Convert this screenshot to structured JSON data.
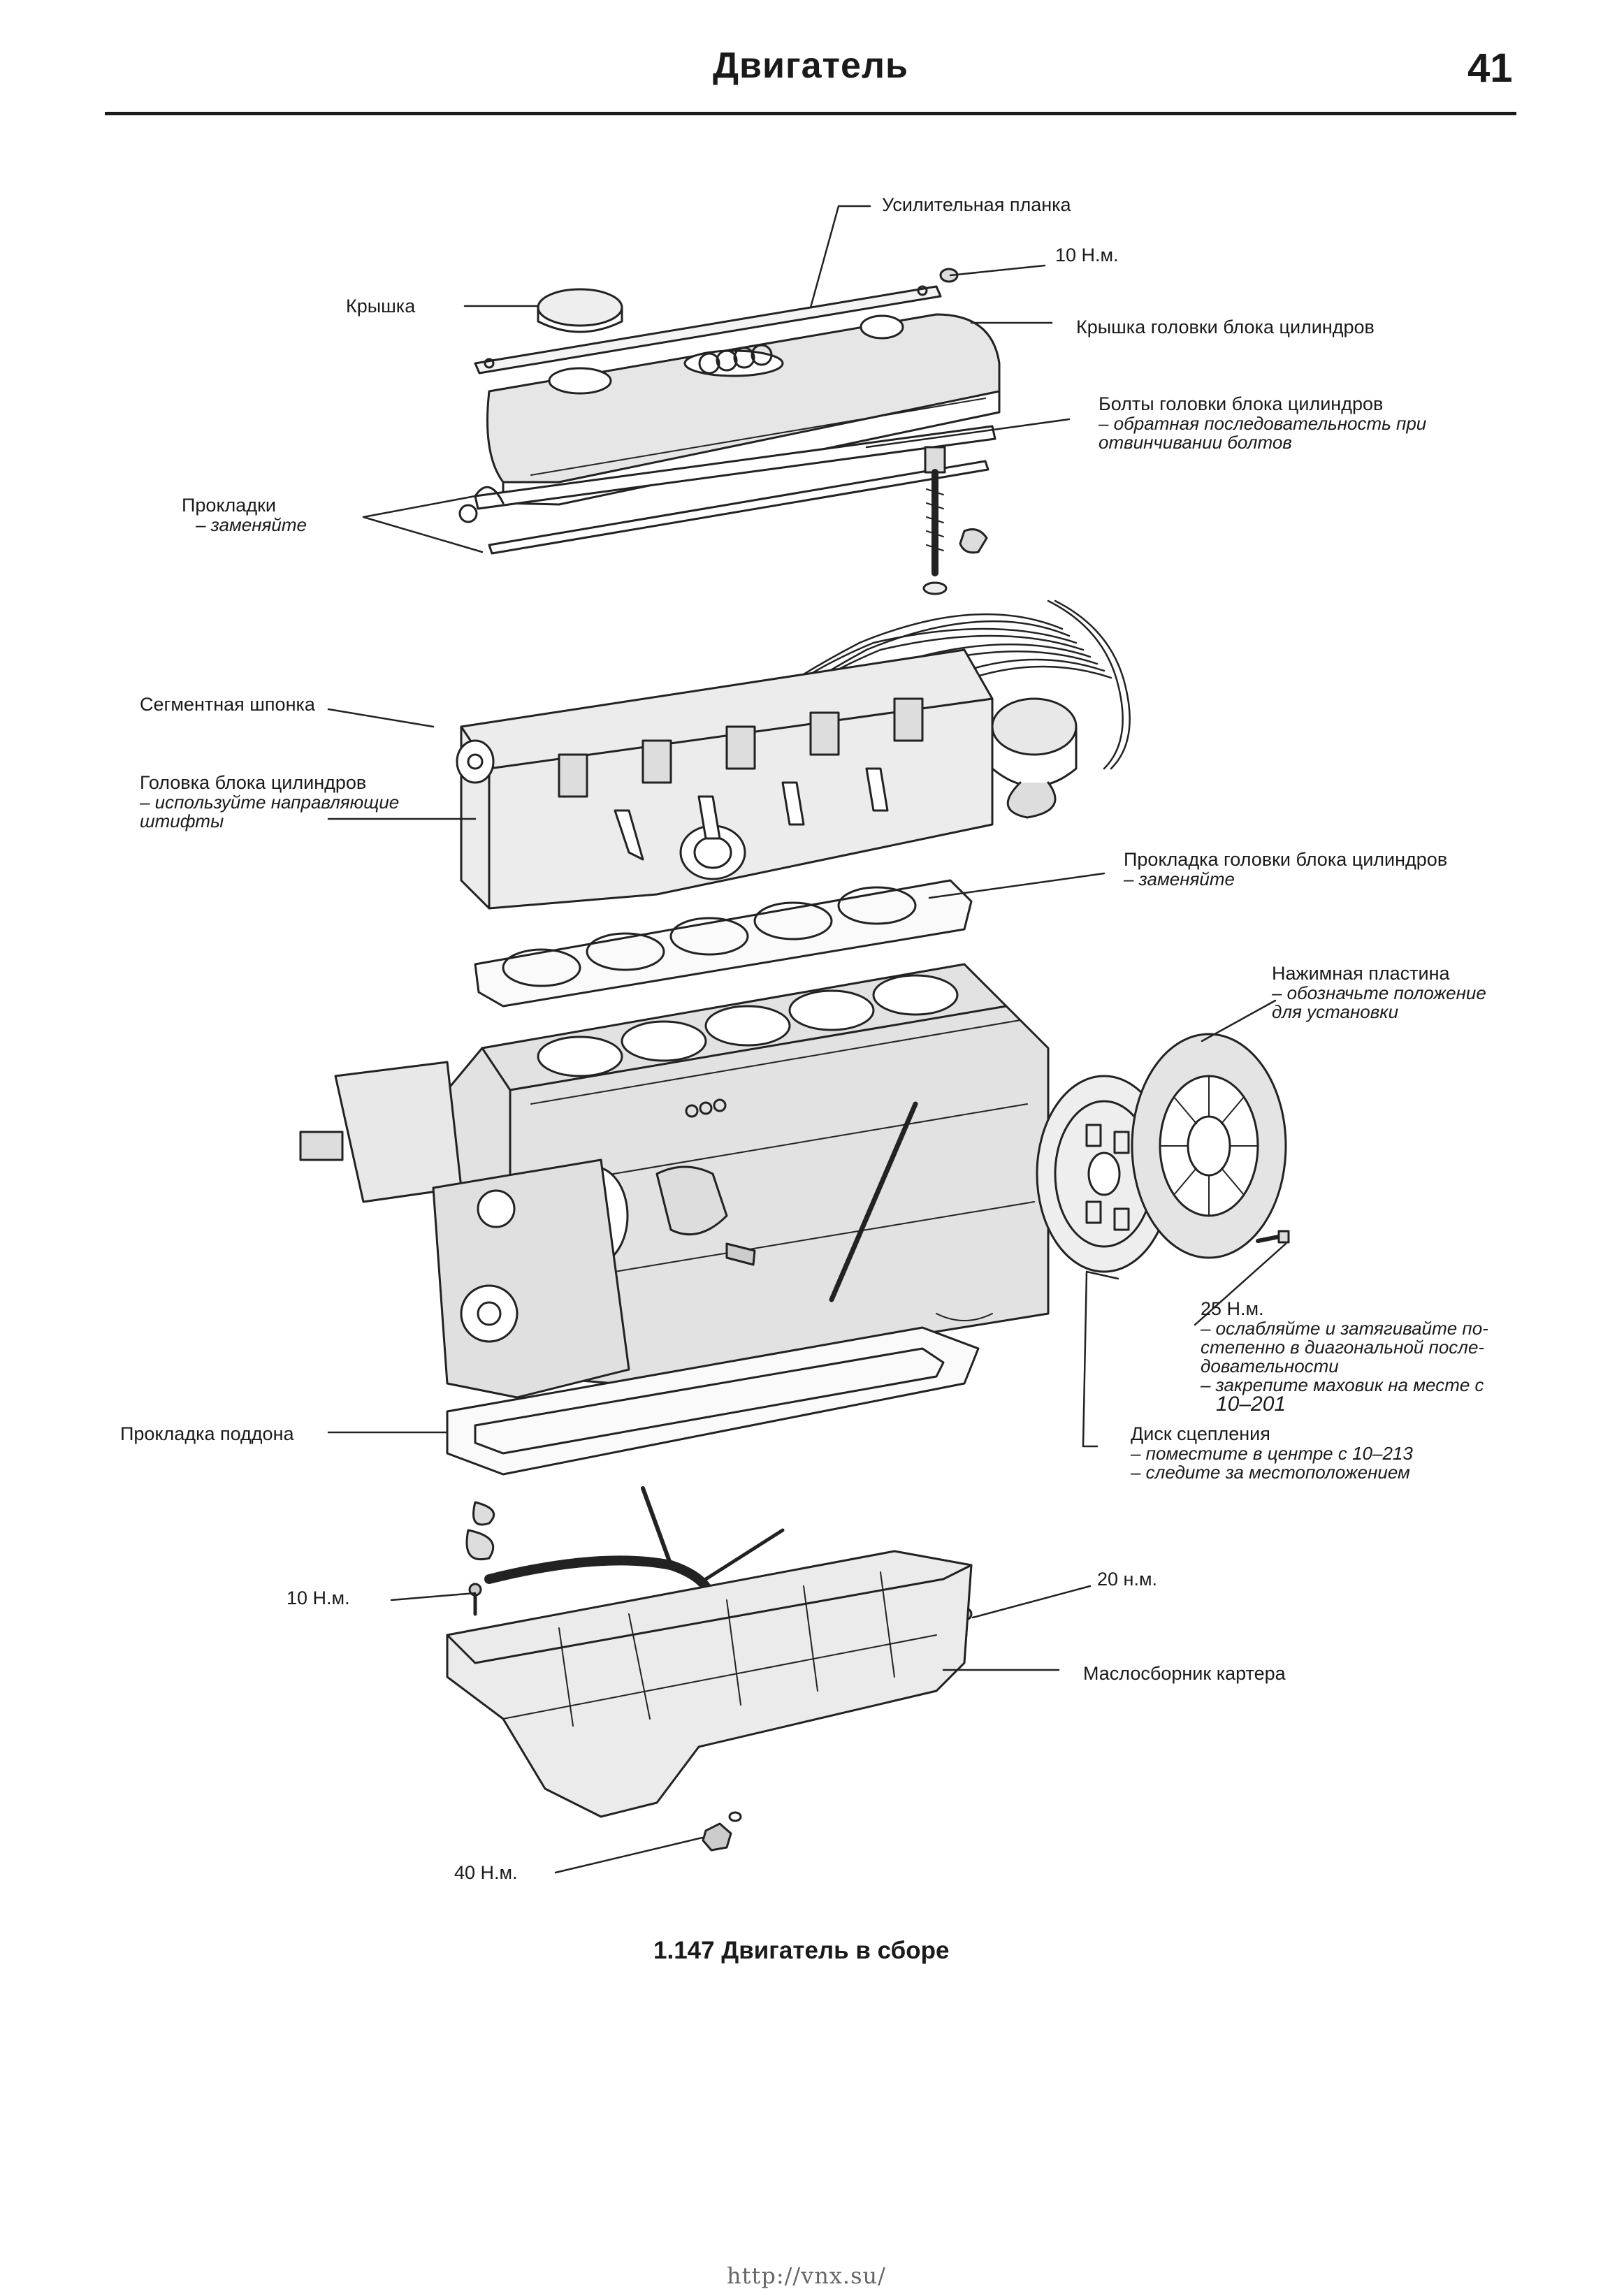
{
  "header": {
    "title": "Двигатель",
    "page_number": "41"
  },
  "labels": {
    "reinforcing_strip": "Усилительная планка",
    "torque_10_top": "10 Н.м.",
    "cap": "Крышка",
    "head_cover": "Крышка головки блока цилиндров",
    "head_bolts": "Болты головки блока цилиндров",
    "head_bolts_note1": "– обратная последовательность при",
    "head_bolts_note2": "отвинчивании болтов",
    "gaskets": "Прокладки",
    "gaskets_note": "– заменяйте",
    "woodruff_key": "Сегментная шпонка",
    "cylinder_head": "Головка блока цилиндров",
    "cylinder_head_note1": "– используйте направляющие",
    "cylinder_head_note2": "штифты",
    "head_gasket": "Прокладка головки блока цилиндров",
    "head_gasket_note": "– заменяйте",
    "pressure_plate": "Нажимная пластина",
    "pressure_plate_note1": "– обозначьте положение",
    "pressure_plate_note2": "для установки",
    "torque_25": "25 Н.м.",
    "torque_25_note1": "– ослабляйте и затягивайте по-",
    "torque_25_note2": "степенно в диагональной после-",
    "torque_25_note3": "довательности",
    "torque_25_note4": "– закрепите маховик на месте с",
    "torque_25_note5": "10–201",
    "sump_gasket": "Прокладка поддона",
    "clutch_disc": "Диск сцепления",
    "clutch_disc_note1": "– поместите в центре с 10–213",
    "clutch_disc_note2": "– следите за местоположением",
    "torque_10_bottom": "10 Н.м.",
    "torque_20": "20 н.м.",
    "oil_sump": "Маслосборник картера",
    "torque_40": "40 Н.м."
  },
  "caption": "1.147 Двигатель в сборе",
  "footer_url": "http://vnx.su/"
}
